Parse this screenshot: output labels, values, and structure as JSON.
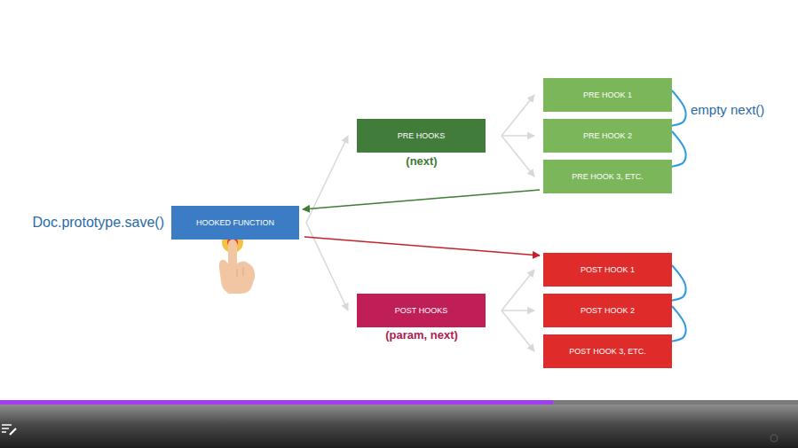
{
  "diagram": {
    "nodes": [
      {
        "text": [
          "HOOKED FUNCTION"
        ]
      },
      {
        "text": [
          "PRE HOOKS"
        ]
      },
      {
        "text": [
          "POST HOOKS"
        ]
      },
      {
        "text": [
          "PRE HOOK 1"
        ]
      },
      {
        "text": [
          "PRE HOOK 2"
        ]
      },
      {
        "text": [
          "PRE HOOK 3, ETC."
        ]
      },
      {
        "text": [
          "POST HOOK 1"
        ]
      },
      {
        "text": [
          "POST HOOK 2"
        ]
      },
      {
        "text": [
          "POST HOOK 3, ETC."
        ]
      }
    ],
    "edges": [
      {
        "from": 0,
        "to": 1,
        "arrow": "to"
      },
      {
        "from": 0,
        "to": 2,
        "arrow": "to"
      },
      {
        "from": 1,
        "to": 3,
        "arrow": "to"
      },
      {
        "from": 1,
        "to": 4,
        "arrow": "to"
      },
      {
        "from": 1,
        "to": 5,
        "arrow": "to"
      },
      {
        "from": 2,
        "to": 6,
        "arrow": "to"
      },
      {
        "from": 2,
        "to": 7,
        "arrow": "to"
      },
      {
        "from": 2,
        "to": 8,
        "arrow": "to"
      },
      {
        "from": 3,
        "to": 4,
        "arrow": "to"
      },
      {
        "from": 4,
        "to": 5,
        "arrow": "to"
      },
      {
        "from": 6,
        "to": 7,
        "arrow": "to"
      },
      {
        "from": 7,
        "to": 8,
        "arrow": "to"
      },
      {
        "from": 5,
        "to": 0,
        "arrow": "to"
      },
      {
        "from": 0,
        "to": 6,
        "arrow": "to"
      }
    ],
    "labels": [
      "Doc.prototype.save()",
      "(next)",
      "(param, next)",
      "empty next()"
    ]
  }
}
